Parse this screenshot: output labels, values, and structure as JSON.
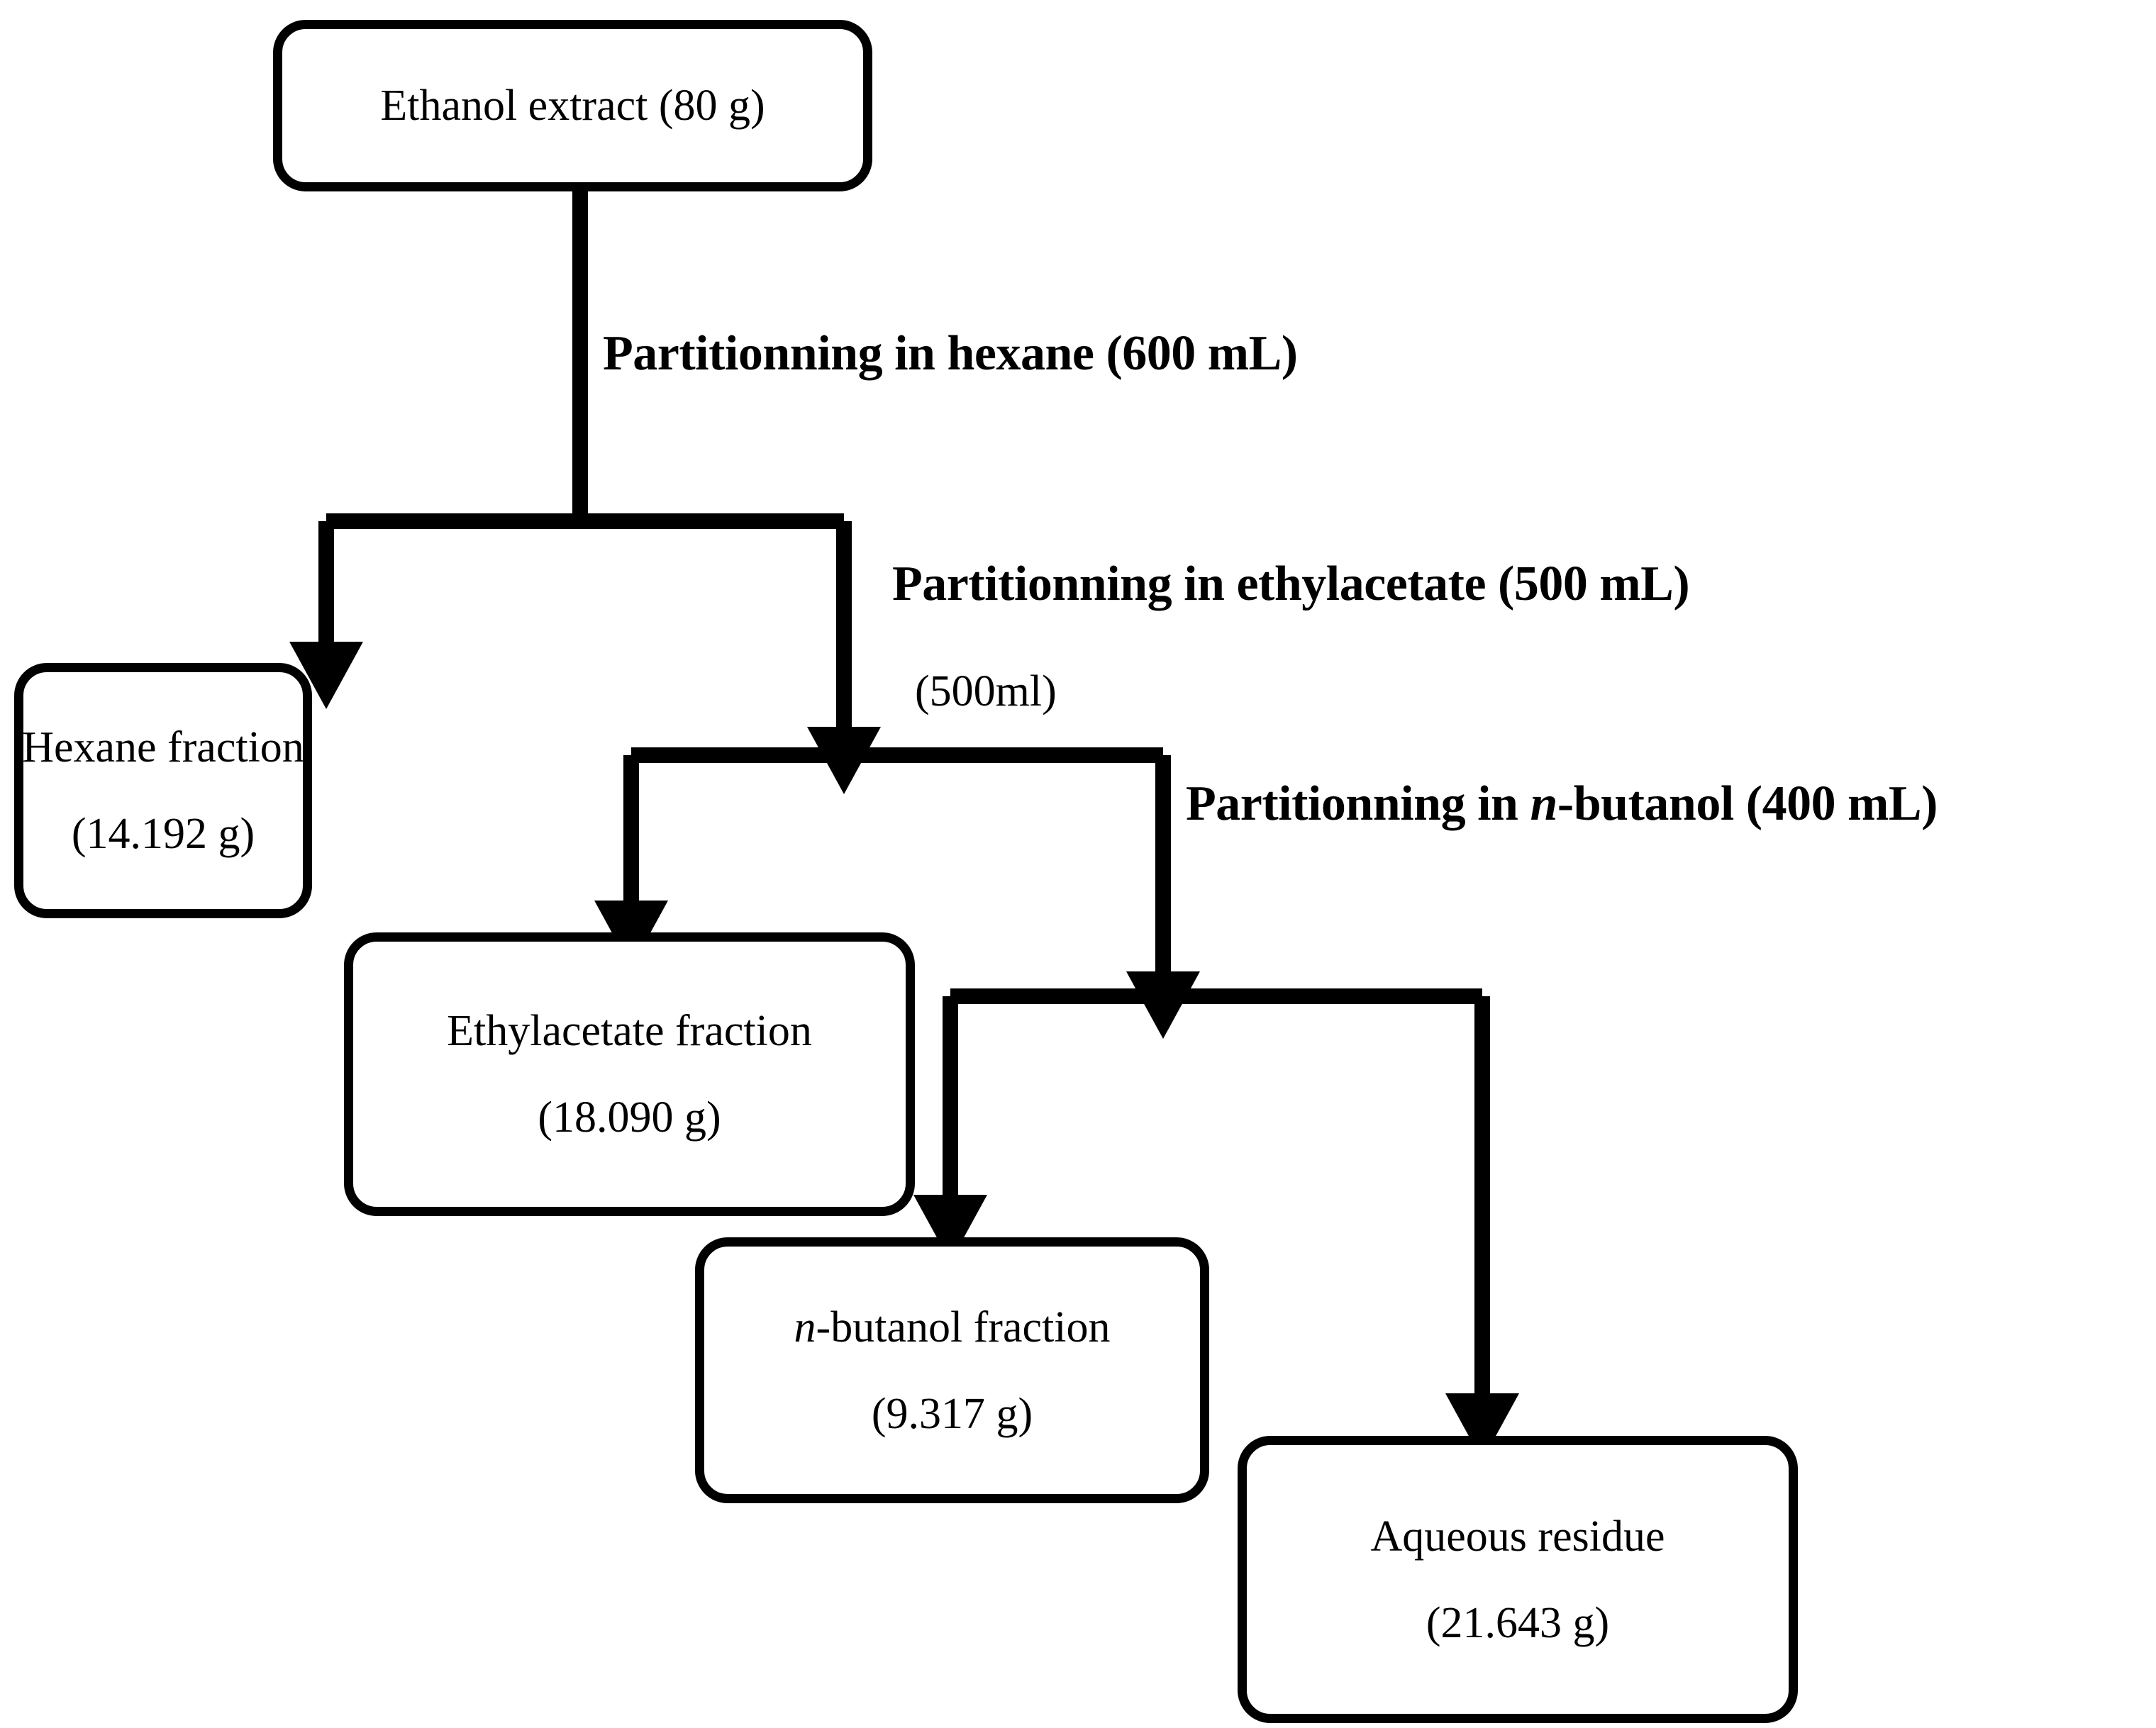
{
  "diagram": {
    "title": "Solvent partitioning scheme of ethanol extract",
    "line_color": "#000000",
    "background_color": "#ffffff",
    "nodes": [
      {
        "id": "ethanol-extract",
        "label": "Ethanol extract (80 g)",
        "name": "Ethanol extract",
        "amount": "80 g"
      },
      {
        "id": "hexane-fraction",
        "label_line1": "Hexane fraction",
        "label_line2": "(14.192 g)",
        "name": "Hexane fraction",
        "amount": "14.192 g"
      },
      {
        "id": "ethylacetate-fraction",
        "label_line1": "Ethylacetate fraction",
        "label_line2": "(18.090 g)",
        "name": "Ethylacetate fraction",
        "amount": "18.090 g"
      },
      {
        "id": "n-butanol-fraction",
        "label_line1_italic": "n",
        "label_line1_rest": "-butanol fraction",
        "label_line2": "(9.317 g)",
        "name": "n-butanol fraction",
        "amount": "9.317 g"
      },
      {
        "id": "aqueous-residue",
        "label_line1": "Aqueous residue",
        "label_line2": "(21.643 g)",
        "name": "Aqueous residue",
        "amount": "21.643 g"
      }
    ],
    "steps": [
      {
        "id": "step-hexane",
        "label": "Partitionning in hexane (600 mL)",
        "solvent": "hexane",
        "volume": "600 mL"
      },
      {
        "id": "step-ethylacetate",
        "label": "Partitionning in ethylacetate (500 mL)",
        "sub_label": "(500ml)",
        "solvent": "ethylacetate",
        "volume": "500 mL"
      },
      {
        "id": "step-n-butanol",
        "label_part1": "Partitionning in ",
        "label_italic": "n",
        "label_part2": "-butanol (400 mL)",
        "solvent": "n-butanol",
        "volume": "400 mL"
      }
    ]
  }
}
